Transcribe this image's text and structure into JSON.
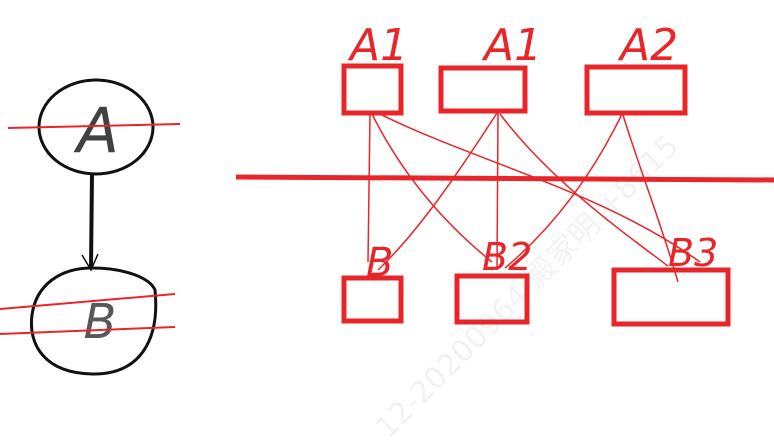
{
  "colors": {
    "ink_black": "#111111",
    "ink_red": "#e8262a",
    "watermark": "#000000"
  },
  "left_graph": {
    "top_node": {
      "label": "A"
    },
    "bottom_node": {
      "label": "B"
    }
  },
  "top_boxes": [
    {
      "label": "A1"
    },
    {
      "label": "A1"
    },
    {
      "label": "A2"
    }
  ],
  "bottom_boxes": [
    {
      "label": "B"
    },
    {
      "label": "B2"
    },
    {
      "label": "B3"
    }
  ],
  "watermark": "12-20200964-殿家明 +8615"
}
